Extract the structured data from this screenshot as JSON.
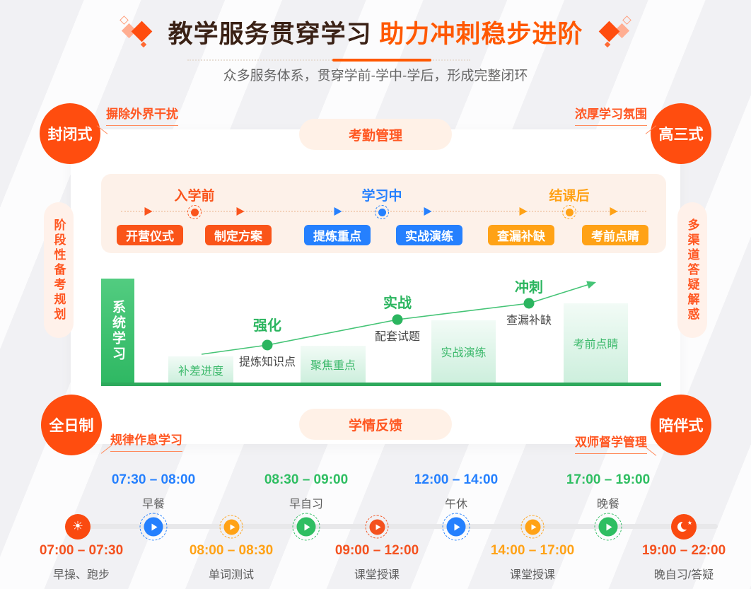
{
  "header": {
    "title_main": "教学服务贯穿学习",
    "title_accent": "助力冲刺稳步进阶",
    "subtitle": "众多服务体系，贯穿学前-学中-学后，形成完整闭环"
  },
  "colors": {
    "primary_orange": "#FF4D0F",
    "accent_orange": "#FF5800",
    "amber": "#FFA216",
    "blue": "#2580FE",
    "green": "#2BB55F",
    "cream_panel": "#FDF1E9",
    "pill_bg": "#FFF1E7"
  },
  "badges": {
    "top_left": {
      "label": "封闭式",
      "tag": "摒除外界干扰"
    },
    "top_right": {
      "label": "高三式",
      "tag": "浓厚学习氛围"
    },
    "bottom_left": {
      "label": "全日制",
      "tag": "规律作息学习"
    },
    "bottom_right": {
      "label": "陪伴式",
      "tag": "双师督学管理"
    }
  },
  "pills": {
    "top": "考勤管理",
    "bottom": "学情反馈",
    "left": "阶段性备考规划",
    "right": "多渠道答疑解惑"
  },
  "phases": [
    {
      "label": "入学前",
      "buttons": [
        "开营仪式",
        "制定方案"
      ]
    },
    {
      "label": "学习中",
      "buttons": [
        "提炼重点",
        "实战演练"
      ]
    },
    {
      "label": "结课后",
      "buttons": [
        "查漏补缺",
        "考前点睛"
      ]
    }
  ],
  "growth": {
    "bar_label": "系统学习",
    "blocks": [
      "补差进度",
      "聚焦重点",
      "实战演练",
      "考前点睛"
    ],
    "points": [
      {
        "title": "强化",
        "sub": "提炼知识点"
      },
      {
        "title": "实战",
        "sub": "配套试题"
      },
      {
        "title": "冲刺",
        "sub": "查漏补缺"
      }
    ]
  },
  "schedule": {
    "above": [
      {
        "time": "07:30 – 08:00",
        "label": "早餐"
      },
      {
        "time": "08:30 – 09:00",
        "label": "早自习"
      },
      {
        "time": "12:00 – 14:00",
        "label": "午休"
      },
      {
        "time": "17:00 – 19:00",
        "label": "晚餐"
      }
    ],
    "below": [
      {
        "time": "07:00 – 07:30",
        "label": "早操、跑步"
      },
      {
        "time": "08:00 – 08:30",
        "label": "单词测试"
      },
      {
        "time": "09:00 – 12:00",
        "label": "课堂授课"
      },
      {
        "time": "14:00 – 17:00",
        "label": "课堂授课"
      },
      {
        "time": "19:00 – 22:00",
        "label": "晚自习/答疑"
      }
    ]
  }
}
